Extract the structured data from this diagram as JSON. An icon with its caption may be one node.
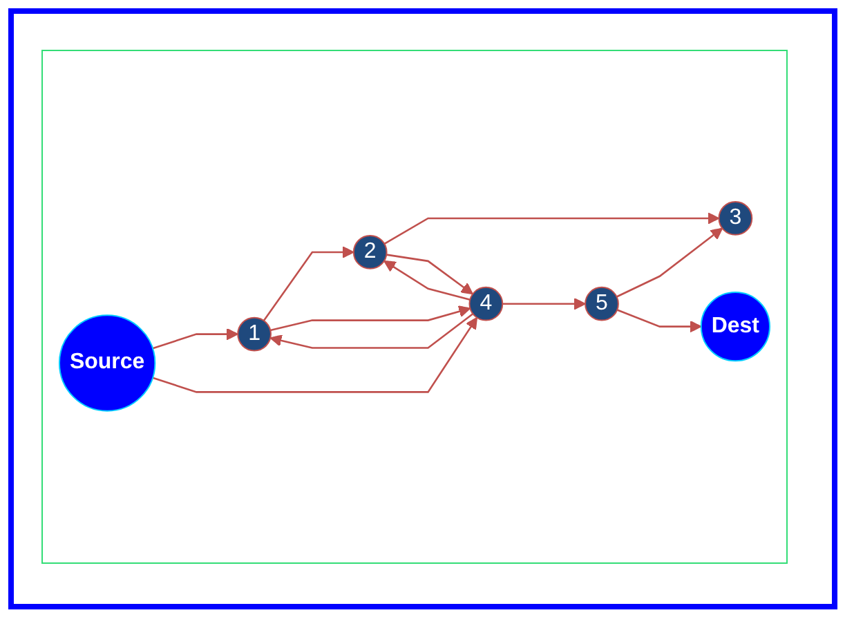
{
  "diagram": {
    "nodes": [
      {
        "text": [
          "Source"
        ]
      },
      {
        "text": [
          "1"
        ]
      },
      {
        "text": [
          "2"
        ]
      },
      {
        "text": [
          "3"
        ]
      },
      {
        "text": [
          "4"
        ]
      },
      {
        "text": [
          "5"
        ]
      },
      {
        "text": [
          "Dest"
        ]
      }
    ],
    "edges": [
      {
        "from": 0,
        "to": 1,
        "arrow": "to"
      },
      {
        "from": 0,
        "to": 4,
        "arrow": "to"
      },
      {
        "from": 1,
        "to": 2,
        "arrow": "to"
      },
      {
        "from": 2,
        "to": 3,
        "arrow": "to"
      },
      {
        "from": 1,
        "to": 4,
        "arrow": "to"
      },
      {
        "from": 4,
        "to": 1,
        "arrow": "to"
      },
      {
        "from": 2,
        "to": 4,
        "arrow": "to"
      },
      {
        "from": 4,
        "to": 2,
        "arrow": "to"
      },
      {
        "from": 4,
        "to": 5,
        "arrow": "to"
      },
      {
        "from": 5,
        "to": 3,
        "arrow": "to"
      },
      {
        "from": 5,
        "to": 6,
        "arrow": "to"
      }
    ]
  }
}
